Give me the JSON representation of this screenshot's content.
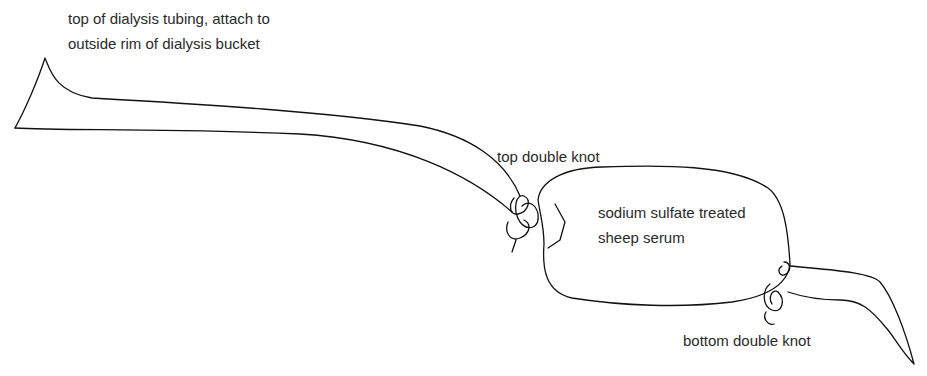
{
  "diagram": {
    "nodes": [
      {
        "text": [
          "sodium sulfate treated sheep serum"
        ]
      }
    ],
    "labels": [
      "top of dialysis tubing, attach to outside rim of dialysis bucket",
      "top double knot",
      "bottom double knot"
    ]
  }
}
